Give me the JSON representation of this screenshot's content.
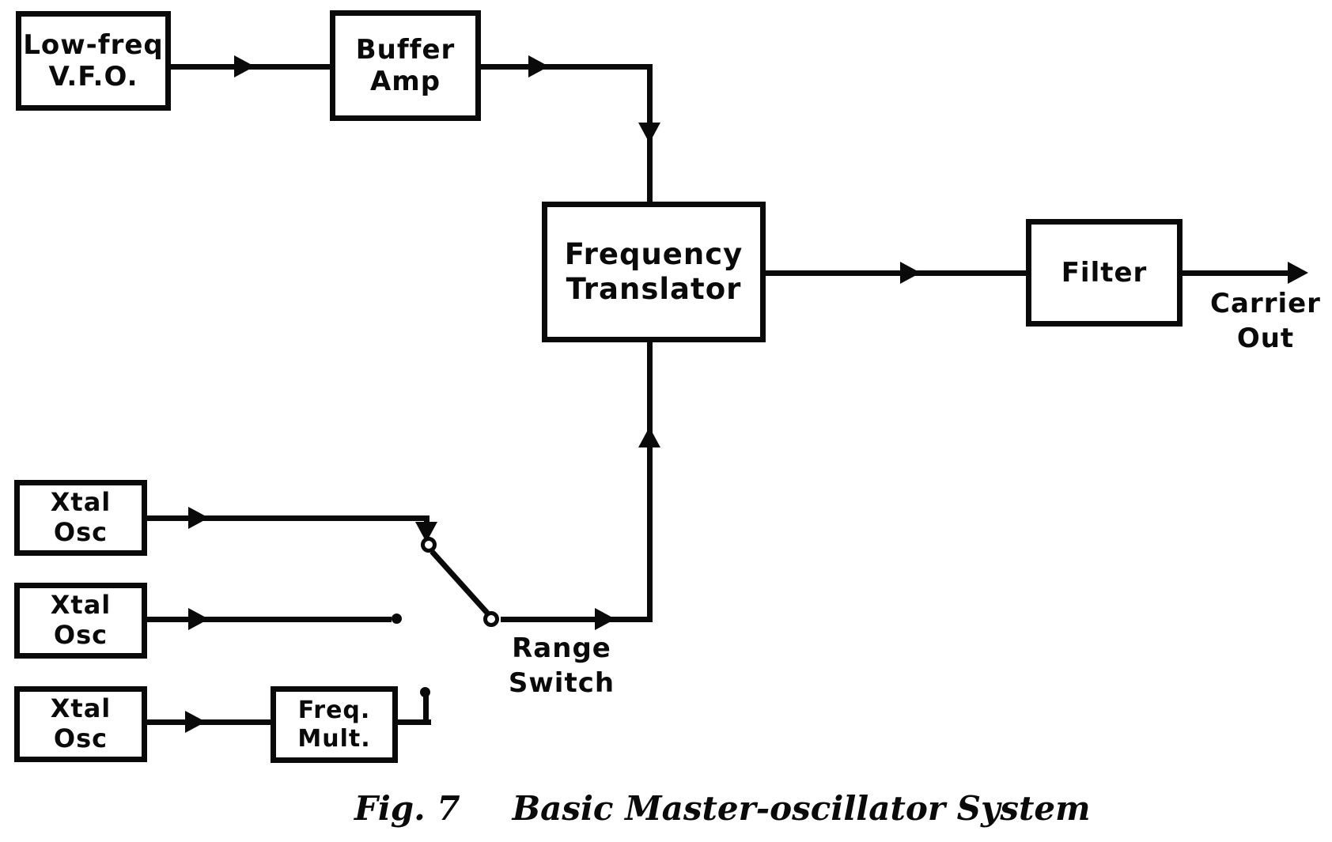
{
  "colors": {
    "ink": "#0a0a0a",
    "paper": "#ffffff"
  },
  "blocks": {
    "low_freq_vfo": {
      "line1": "Low-freq",
      "line2": "V.F.O."
    },
    "buffer_amp": {
      "line1": "Buffer",
      "line2": "Amp"
    },
    "frequency_translator": {
      "line1": "Frequency",
      "line2": "Translator"
    },
    "filter": {
      "line1": "Filter"
    },
    "xtal_osc_1": {
      "line1": "Xtal",
      "line2": "Osc"
    },
    "xtal_osc_2": {
      "line1": "Xtal",
      "line2": "Osc"
    },
    "xtal_osc_3": {
      "line1": "Xtal",
      "line2": "Osc"
    },
    "freq_mult": {
      "line1": "Freq.",
      "line2": "Mult."
    }
  },
  "labels": {
    "carrier_out": {
      "line1": "Carrier",
      "line2": "Out"
    },
    "range_switch": {
      "line1": "Range",
      "line2": "Switch"
    }
  },
  "caption": {
    "fig": "Fig. 7",
    "title": "Basic Master-oscillator System"
  }
}
